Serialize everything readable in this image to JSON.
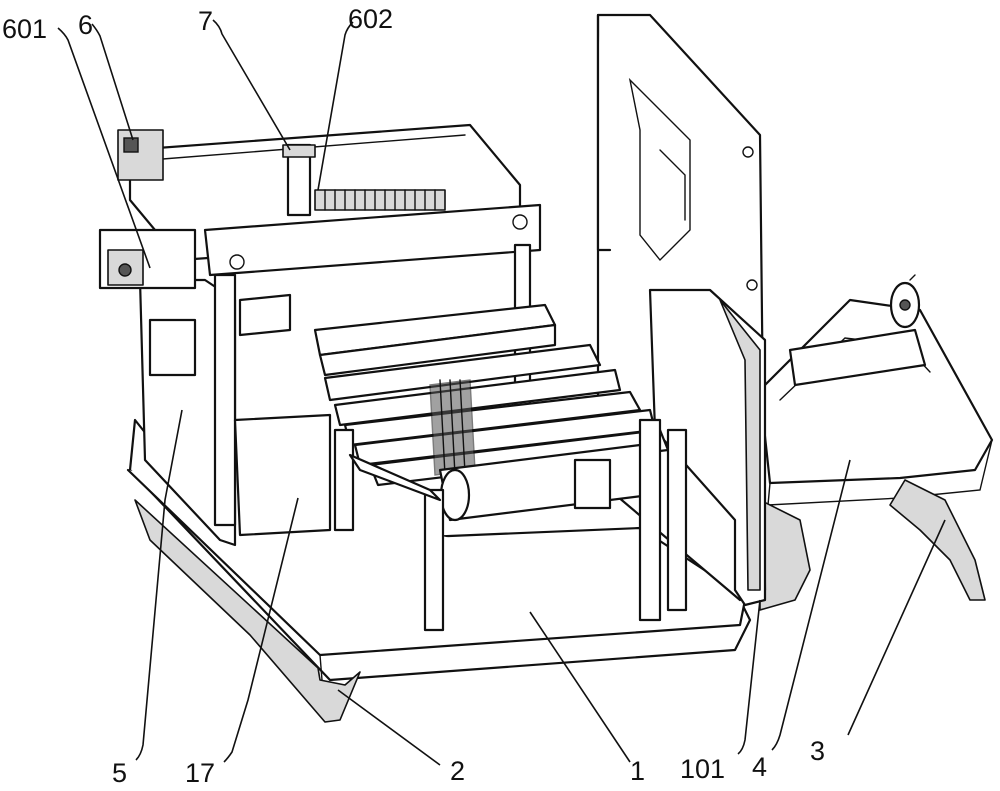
{
  "labels": {
    "l601": "601",
    "l6": "6",
    "l7": "7",
    "l602": "602",
    "l5": "5",
    "l17": "17",
    "l2": "2",
    "l1": "1",
    "l101": "101",
    "l4": "4",
    "l3": "3"
  }
}
